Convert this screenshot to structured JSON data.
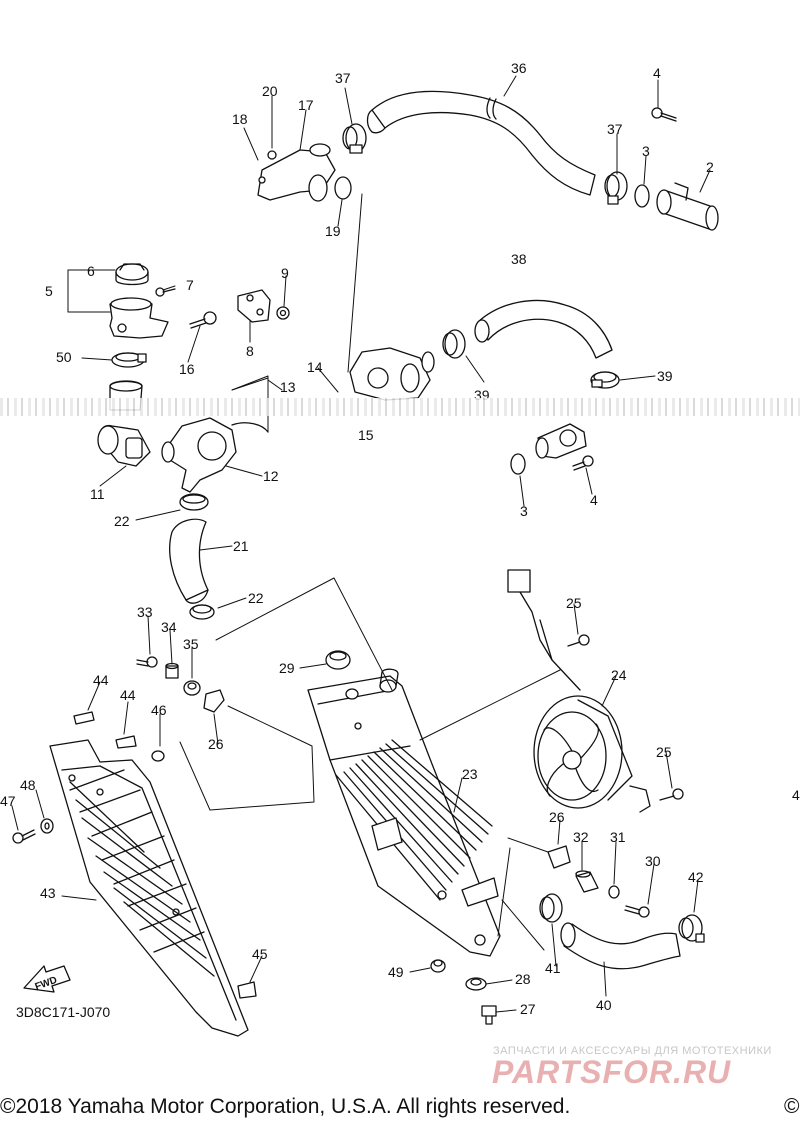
{
  "diagram": {
    "code": "3D8C171-J070",
    "fwd_label": "FWD",
    "copyright": "©2018 Yamaha Motor Corporation, U.S.A. All rights reserved.",
    "copyright_trailing": "©",
    "watermark_subtitle": "ЗАПЧАСТИ И АКСЕССУАРЫ ДЛЯ МОТОТЕХНИКИ",
    "watermark_logo": "PARTSFOR.RU"
  },
  "callouts": [
    {
      "id": "c36",
      "text": "36"
    },
    {
      "id": "c37a",
      "text": "37"
    },
    {
      "id": "c20",
      "text": "20"
    },
    {
      "id": "c17",
      "text": "17"
    },
    {
      "id": "c18",
      "text": "18"
    },
    {
      "id": "c4a",
      "text": "4"
    },
    {
      "id": "c37b",
      "text": "37"
    },
    {
      "id": "c3a",
      "text": "3"
    },
    {
      "id": "c2",
      "text": "2"
    },
    {
      "id": "c19",
      "text": "19"
    },
    {
      "id": "c38",
      "text": "38"
    },
    {
      "id": "c6",
      "text": "6"
    },
    {
      "id": "c7",
      "text": "7"
    },
    {
      "id": "c5",
      "text": "5"
    },
    {
      "id": "c9",
      "text": "9"
    },
    {
      "id": "c8",
      "text": "8"
    },
    {
      "id": "c16",
      "text": "16"
    },
    {
      "id": "c50",
      "text": "50"
    },
    {
      "id": "c14",
      "text": "14"
    },
    {
      "id": "c13",
      "text": "13"
    },
    {
      "id": "c39a",
      "text": "39"
    },
    {
      "id": "c39b",
      "text": "39"
    },
    {
      "id": "c15",
      "text": "15"
    },
    {
      "id": "c11",
      "text": "11"
    },
    {
      "id": "c12",
      "text": "12"
    },
    {
      "id": "c3b",
      "text": "3"
    },
    {
      "id": "c4b",
      "text": "4"
    },
    {
      "id": "c22a",
      "text": "22"
    },
    {
      "id": "c21",
      "text": "21"
    },
    {
      "id": "c22b",
      "text": "22"
    },
    {
      "id": "c33",
      "text": "33"
    },
    {
      "id": "c34",
      "text": "34"
    },
    {
      "id": "c35",
      "text": "35"
    },
    {
      "id": "c25a",
      "text": "25"
    },
    {
      "id": "c29",
      "text": "29"
    },
    {
      "id": "c24",
      "text": "24"
    },
    {
      "id": "c44a",
      "text": "44"
    },
    {
      "id": "c44b",
      "text": "44"
    },
    {
      "id": "c46",
      "text": "46"
    },
    {
      "id": "c26a",
      "text": "26"
    },
    {
      "id": "c25b",
      "text": "25"
    },
    {
      "id": "c48",
      "text": "48"
    },
    {
      "id": "c47",
      "text": "47"
    },
    {
      "id": "c23",
      "text": "23"
    },
    {
      "id": "c26b",
      "text": "26"
    },
    {
      "id": "c32",
      "text": "32"
    },
    {
      "id": "c31",
      "text": "31"
    },
    {
      "id": "c30",
      "text": "30"
    },
    {
      "id": "c42",
      "text": "42"
    },
    {
      "id": "c43",
      "text": "43"
    },
    {
      "id": "c45",
      "text": "45"
    },
    {
      "id": "c49",
      "text": "49"
    },
    {
      "id": "c28",
      "text": "28"
    },
    {
      "id": "c41",
      "text": "41"
    },
    {
      "id": "c40",
      "text": "40"
    },
    {
      "id": "c27",
      "text": "27"
    }
  ]
}
